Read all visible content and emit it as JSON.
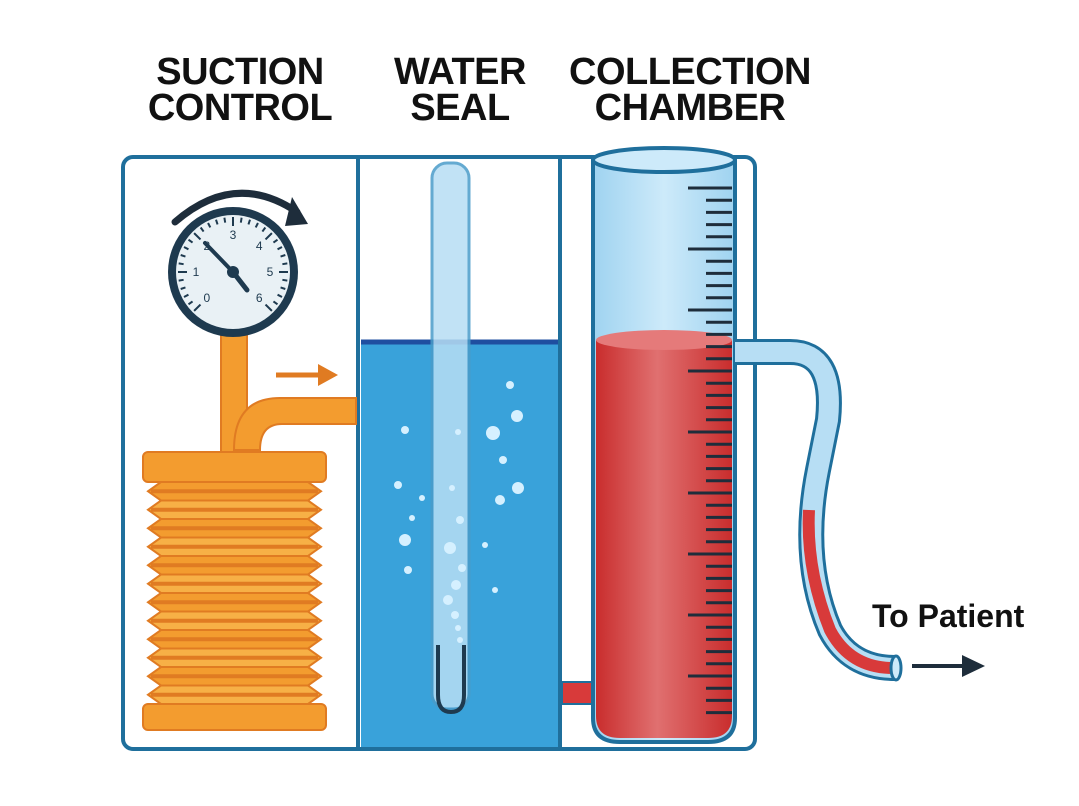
{
  "labels": {
    "suction_control": [
      "SUCTION",
      "CONTROL"
    ],
    "water_seal": [
      "WATER",
      "SEAL"
    ],
    "collection_chamber": [
      "COLLECTION",
      "CHAMBER"
    ],
    "to_patient": "To Patient"
  },
  "gauge": {
    "ticks": [
      "0",
      "1",
      "2",
      "3",
      "4",
      "5",
      "6"
    ]
  },
  "colors": {
    "outline": "#1f6f9c",
    "bellows": "#f39c2f",
    "bellows_dark": "#e07b22",
    "water": "#39a2da",
    "water_line": "#1f4fa0",
    "blood": "#d83a3a",
    "glass": "#b7def4",
    "dark": "#1e2d3b"
  },
  "icons": {
    "gauge": "pressure-gauge-icon",
    "rotation_arrow": "rotation-arrow-icon",
    "flow_arrow": "flow-arrow-icon",
    "patient_arrow": "right-arrow-icon"
  }
}
